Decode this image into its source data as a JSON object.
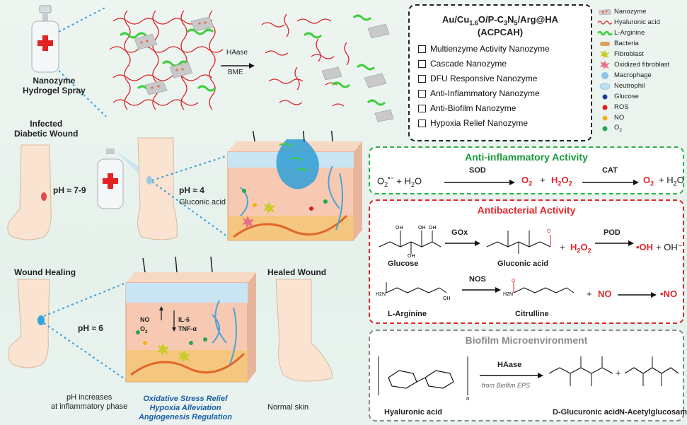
{
  "spray_label": [
    "Nanozyme",
    "Hydrogel Spray"
  ],
  "enzyme_trigger": [
    "HAase",
    "BME"
  ],
  "title_box": {
    "title_line1": "Au/Cu1.6O/P-C3N5/Arg@HA",
    "title_line2": "(ACPCAH)",
    "features": [
      "Multienzyme Activity Nanozyme",
      "Cascade Nanozyme",
      "DFU Responsive Nanozyme",
      "Anti-Inflammatory Nanozyme",
      "Anti-Biofilm Nanozyme",
      "Hypoxia Relief Nanozyme"
    ]
  },
  "legend": [
    {
      "label": "Nanozyme",
      "icon": "nanozyme-particle",
      "color": "#d98a6a"
    },
    {
      "label": "Hyaluronic acid",
      "icon": "wavy-red-line",
      "color": "#d8232a"
    },
    {
      "label": "L-Arginine",
      "icon": "wavy-green-line",
      "color": "#3ccf3c"
    },
    {
      "label": "Bacteria",
      "icon": "capsule",
      "color": "#d9a15f"
    },
    {
      "label": "Fibroblast",
      "icon": "star-cell",
      "color": "#c8cc2a"
    },
    {
      "label": "Oxidized fibroblast",
      "icon": "star-cell-pink",
      "color": "#e8708a"
    },
    {
      "label": "Macrophage",
      "icon": "round-cell",
      "color": "#8fc3e8"
    },
    {
      "label": "Neutrophil",
      "icon": "lobed-cell",
      "color": "#bde0f0"
    },
    {
      "label": "Glucose",
      "icon": "dot",
      "color": "#1f3f9a"
    },
    {
      "label": "ROS",
      "icon": "dot",
      "color": "#e41b1b"
    },
    {
      "label": "NO",
      "icon": "dot",
      "color": "#f2b21a"
    },
    {
      "label": "O2",
      "icon": "dot",
      "color": "#25a84a"
    }
  ],
  "left_panel": {
    "infected_title": [
      "Infected",
      "Diabetic Wound"
    ],
    "ph_infected": "pH ≈ 7-9",
    "ph_acid": "pH ≈ 4",
    "gluconic": "Gluconic acid",
    "healing_title": "Wound Healing",
    "ph_healing": "pH ≈ 6",
    "healed_title": "Healed Wound",
    "normal_skin": "Normal skin",
    "ph_increase": [
      "pH increases",
      "at inflammatory phase"
    ],
    "effects": [
      "Oxidative Stress Relief",
      "Hypoxia Alleviation",
      "Angiogenesis Regulation"
    ],
    "skin_markers": {
      "no": "NO",
      "o2": "O2",
      "il6": "IL-6",
      "tnf": "TNF-α"
    }
  },
  "anti_inflammatory": {
    "title": "Anti-inflammatory Activity",
    "reactant1": "O2•− + H2O",
    "enzyme1": "SOD",
    "product_o2": "O2",
    "product_plus": "+",
    "product_h2o2": "H2O2",
    "enzyme2": "CAT",
    "product2_o2": "O2",
    "product2_h2o": "+ H2O"
  },
  "antibacterial": {
    "title": "Antibacterial Activity",
    "glucose": "Glucose",
    "gox": "GOx",
    "gluconic_acid": "Gluconic acid",
    "plus_h2o2": "+",
    "h2o2": "H2O2",
    "pod": "POD",
    "oh": "•OH",
    "oh_minus": "+ OH⁻",
    "arginine": "L-Arginine",
    "nos": "NOS",
    "citrulline": "Citrulline",
    "plus_no": "+",
    "no": "NO",
    "no_radical": "•NO"
  },
  "biofilm": {
    "title": "Biofilm Microenvironment",
    "haase": "HAase",
    "from": "from Biofilm EPS",
    "hyaluronic": "Hyaluronic acid",
    "glucuronic": "D-Glucuronic acid",
    "plus": "+",
    "acetylglucosamine": "N-Acetylglucosamine"
  },
  "colors": {
    "green_box": "#2bb24c",
    "red_box": "#e0262b",
    "gray_box": "#8a8a8a",
    "title_red": "#e0262b",
    "title_green": "#1a9a3a"
  }
}
